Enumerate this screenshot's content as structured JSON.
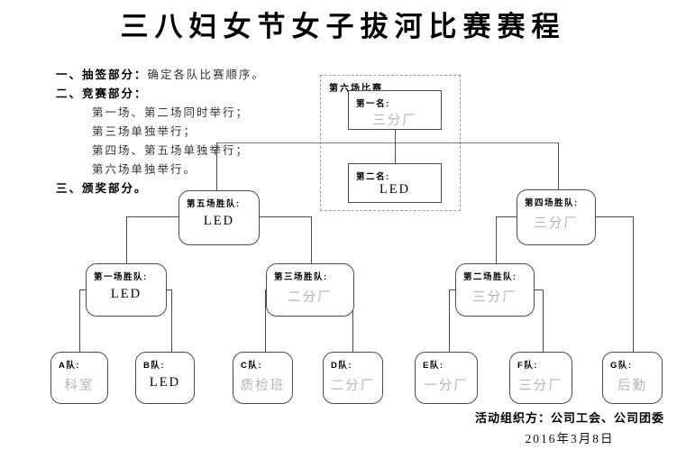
{
  "title": "三八妇女节女子拔河比赛赛程",
  "notes": {
    "item1_label": "一、抽签部分：",
    "item1_text": "确定各队比赛顺序。",
    "item2_label": "二、竞赛部分：",
    "item2_sub": [
      "第一场、第二场同时举行；",
      "第三场单独举行；",
      "第四场、第五场单独举行；",
      "第六场单独举行。"
    ],
    "item3_label": "三、颁奖部分。"
  },
  "bracket": {
    "final": {
      "title": "第六场比赛",
      "first": {
        "label": "第一名:",
        "value": "三分厂"
      },
      "second": {
        "label": "第二名:",
        "value": "LED"
      }
    },
    "semis": [
      {
        "label": "第五场胜队:",
        "value": "LED"
      },
      {
        "label": "第四场胜队:",
        "value": "三分厂"
      }
    ],
    "round2": [
      {
        "label": "第一场胜队:",
        "value": "LED"
      },
      {
        "label": "第三场胜队:",
        "value": "二分厂"
      },
      {
        "label": "第二场胜队:",
        "value": "三分厂"
      }
    ],
    "teams": [
      {
        "label": "A队:",
        "value": "科室"
      },
      {
        "label": "B队:",
        "value": "LED"
      },
      {
        "label": "C队:",
        "value": "质检班"
      },
      {
        "label": "D队:",
        "value": "二分厂"
      },
      {
        "label": "E队:",
        "value": "一分厂"
      },
      {
        "label": "F队:",
        "value": "三分厂"
      },
      {
        "label": "G队:",
        "value": "后勤"
      }
    ]
  },
  "footer": {
    "organizer_label": "活动组织方：",
    "organizer_names": "公司工会、公司团委",
    "date": "2016年3月8日"
  },
  "colors": {
    "line": "#7a7a7a",
    "border": "#4a4a4a",
    "muted_value": "#b4b4b4"
  }
}
